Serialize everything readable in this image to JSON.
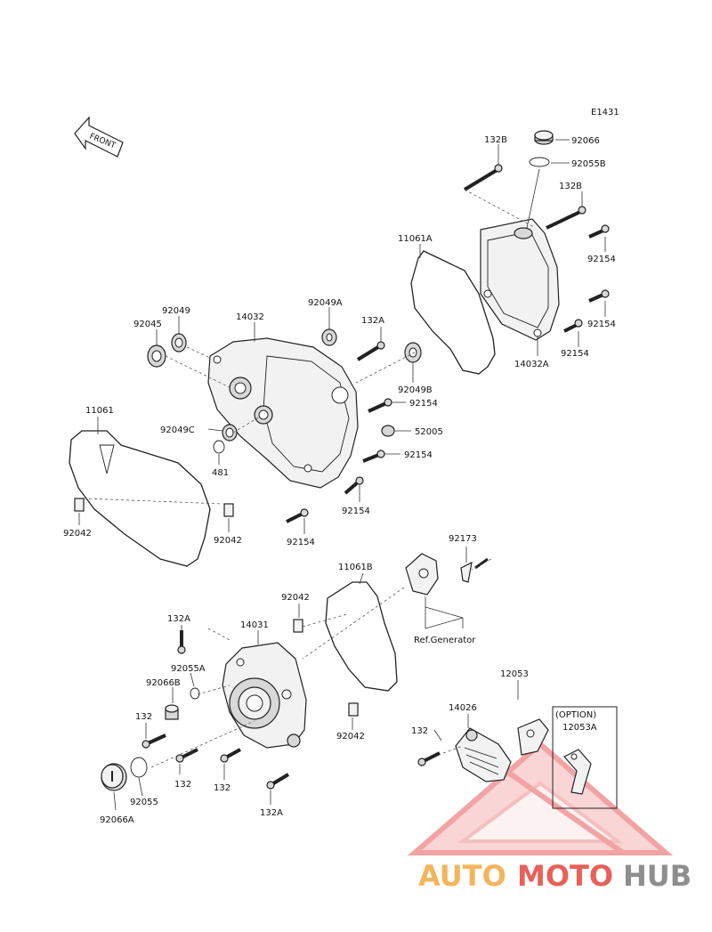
{
  "diagram_code": "E1431",
  "front_label": "FRONT",
  "ref_note": "Ref.Generator",
  "option_label": "(OPTION)",
  "watermark": {
    "auto": "AUTO",
    "moto": "MOTO",
    "hub": "HUB"
  },
  "parts": {
    "p132B_top": "132B",
    "p92066": "92066",
    "p92055B": "92055B",
    "p132B_right": "132B",
    "p11061A": "11061A",
    "p92154_a": "92154",
    "p92154_b": "92154",
    "p92154_c": "92154",
    "p14032A": "14032A",
    "p92049": "92049",
    "p92045": "92045",
    "p14032": "14032",
    "p92049A": "92049A",
    "p132A_top": "132A",
    "p92049B": "92049B",
    "p92154_d": "92154",
    "p11061": "11061",
    "p92049C": "92049C",
    "p52005": "52005",
    "p481": "481",
    "p92154_e": "92154",
    "p92154_f": "92154",
    "p92042_left": "92042",
    "p92042_mid": "92042",
    "p92154_g": "92154",
    "p92173": "92173",
    "p11061B": "11061B",
    "p92042_upper": "92042",
    "p132A_mid": "132A",
    "p14031": "14031",
    "p92055A": "92055A",
    "p92066B": "92066B",
    "p132_a": "132",
    "p92042_lower": "92042",
    "p12053": "12053",
    "p14026": "14026",
    "p12053A": "12053A",
    "p132_b": "132",
    "p132_c": "132",
    "p132_d": "132",
    "p92055": "92055",
    "p132A_bottom": "132A",
    "p92066A": "92066A"
  }
}
